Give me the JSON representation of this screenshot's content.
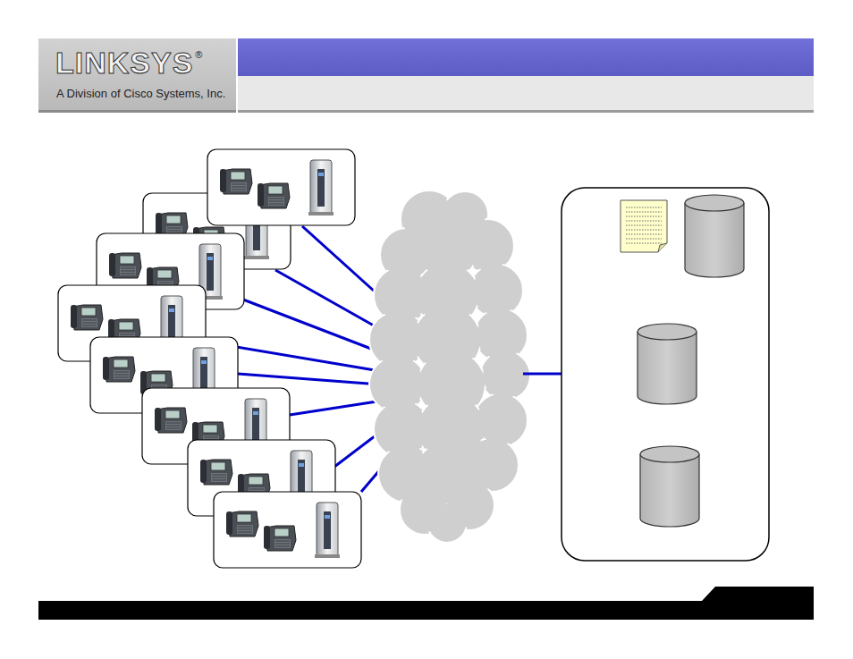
{
  "diagram": {
    "nodes": [
      {
        "text": [
          "LINKSYS",
          "®",
          "A Division of Cisco Systems, Inc."
        ]
      }
    ]
  }
}
